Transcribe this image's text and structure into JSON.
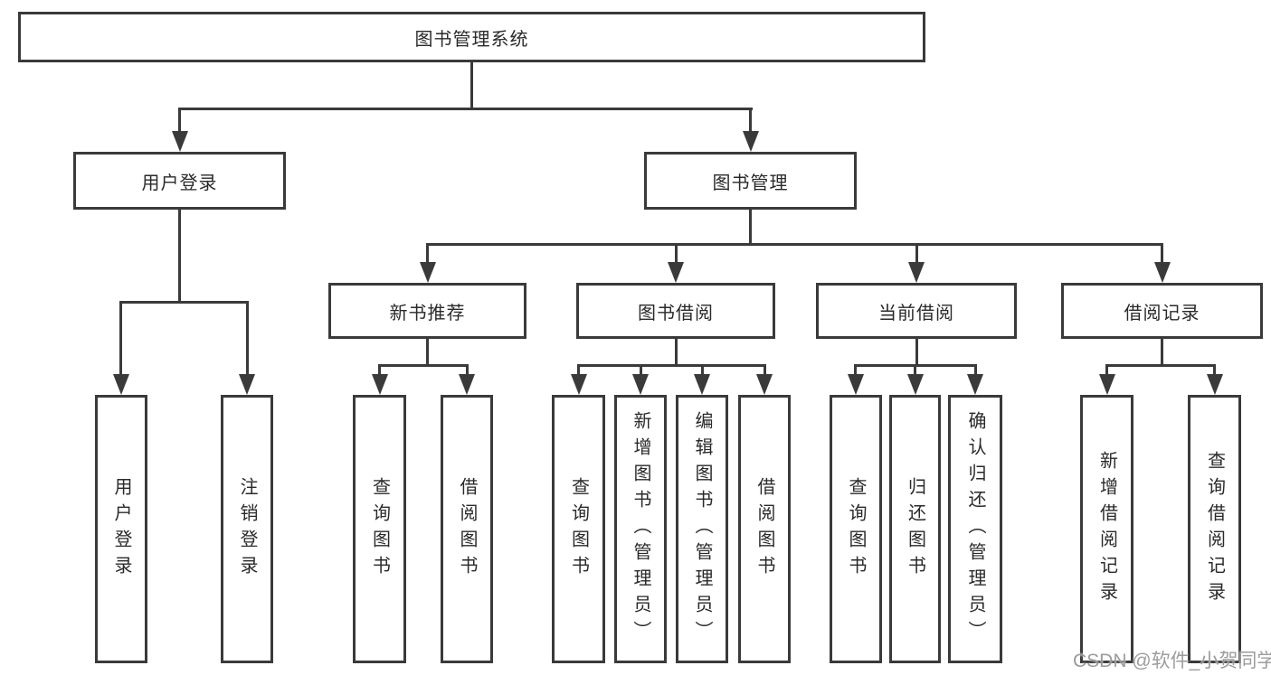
{
  "tree": {
    "label": "图书管理系统",
    "children": [
      {
        "label": "用户登录",
        "children": [
          {
            "label": "用户登录"
          },
          {
            "label": "注销登录"
          }
        ]
      },
      {
        "label": "图书管理",
        "children": [
          {
            "label": "新书推荐",
            "children": [
              {
                "label": "查询图书"
              },
              {
                "label": "借阅图书"
              }
            ]
          },
          {
            "label": "图书借阅",
            "children": [
              {
                "label": "查询图书"
              },
              {
                "label": "新增图书（管理员）"
              },
              {
                "label": "编辑图书（管理员）"
              },
              {
                "label": "借阅图书"
              }
            ]
          },
          {
            "label": "当前借阅",
            "children": [
              {
                "label": "查询图书"
              },
              {
                "label": "归还图书"
              },
              {
                "label": "确认归还（管理员）"
              }
            ]
          },
          {
            "label": "借阅记录",
            "children": [
              {
                "label": "新增借阅记录"
              },
              {
                "label": "查询借阅记录"
              }
            ]
          }
        ]
      }
    ]
  },
  "watermark": "CSDN @软件_小贺同学",
  "colors": {
    "line": "#3a3a3a",
    "box_fill": "#ffffff",
    "text": "#2a2a2a",
    "watermark": "#949494",
    "background": "#ffffff"
  }
}
